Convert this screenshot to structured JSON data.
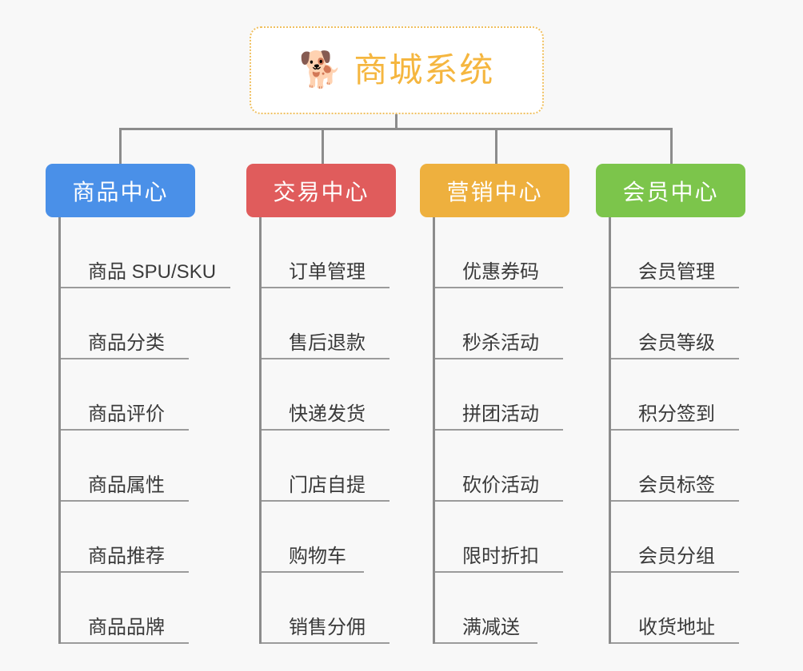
{
  "canvas": {
    "background": "#f8f8f8",
    "connector_color": "#8c8c8c"
  },
  "root": {
    "icon": "shiba-dog-face-emoji",
    "icon_glyph": "🐕",
    "title": "商城系统",
    "title_color": "#f5b63f",
    "border_color": "#f0c060"
  },
  "columns": [
    {
      "id": "product-center",
      "title": "商品中心",
      "color": "#4a90e8",
      "items": [
        {
          "label": "商品 SPU/SKU",
          "wide": true
        },
        {
          "label": "商品分类",
          "wide": false
        },
        {
          "label": "商品评价",
          "wide": false
        },
        {
          "label": "商品属性",
          "wide": false
        },
        {
          "label": "商品推荐",
          "wide": false
        },
        {
          "label": "商品品牌",
          "wide": false
        }
      ]
    },
    {
      "id": "trade-center",
      "title": "交易中心",
      "color": "#e05c5c",
      "items": [
        {
          "label": "订单管理",
          "wide": true
        },
        {
          "label": "售后退款",
          "wide": true
        },
        {
          "label": "快递发货",
          "wide": true
        },
        {
          "label": "门店自提",
          "wide": true
        },
        {
          "label": "购物车",
          "wide": false
        },
        {
          "label": "销售分佣",
          "wide": true
        }
      ]
    },
    {
      "id": "marketing-center",
      "title": "营销中心",
      "color": "#eeb03e",
      "items": [
        {
          "label": "优惠券码",
          "wide": true
        },
        {
          "label": "秒杀活动",
          "wide": true
        },
        {
          "label": "拼团活动",
          "wide": true
        },
        {
          "label": "砍价活动",
          "wide": true
        },
        {
          "label": "限时折扣",
          "wide": true
        },
        {
          "label": "满减送",
          "wide": false
        }
      ]
    },
    {
      "id": "member-center",
      "title": "会员中心",
      "color": "#7cc54b",
      "items": [
        {
          "label": "会员管理",
          "wide": true
        },
        {
          "label": "会员等级",
          "wide": true
        },
        {
          "label": "积分签到",
          "wide": true
        },
        {
          "label": "会员标签",
          "wide": true
        },
        {
          "label": "会员分组",
          "wide": true
        },
        {
          "label": "收货地址",
          "wide": true
        }
      ]
    }
  ]
}
